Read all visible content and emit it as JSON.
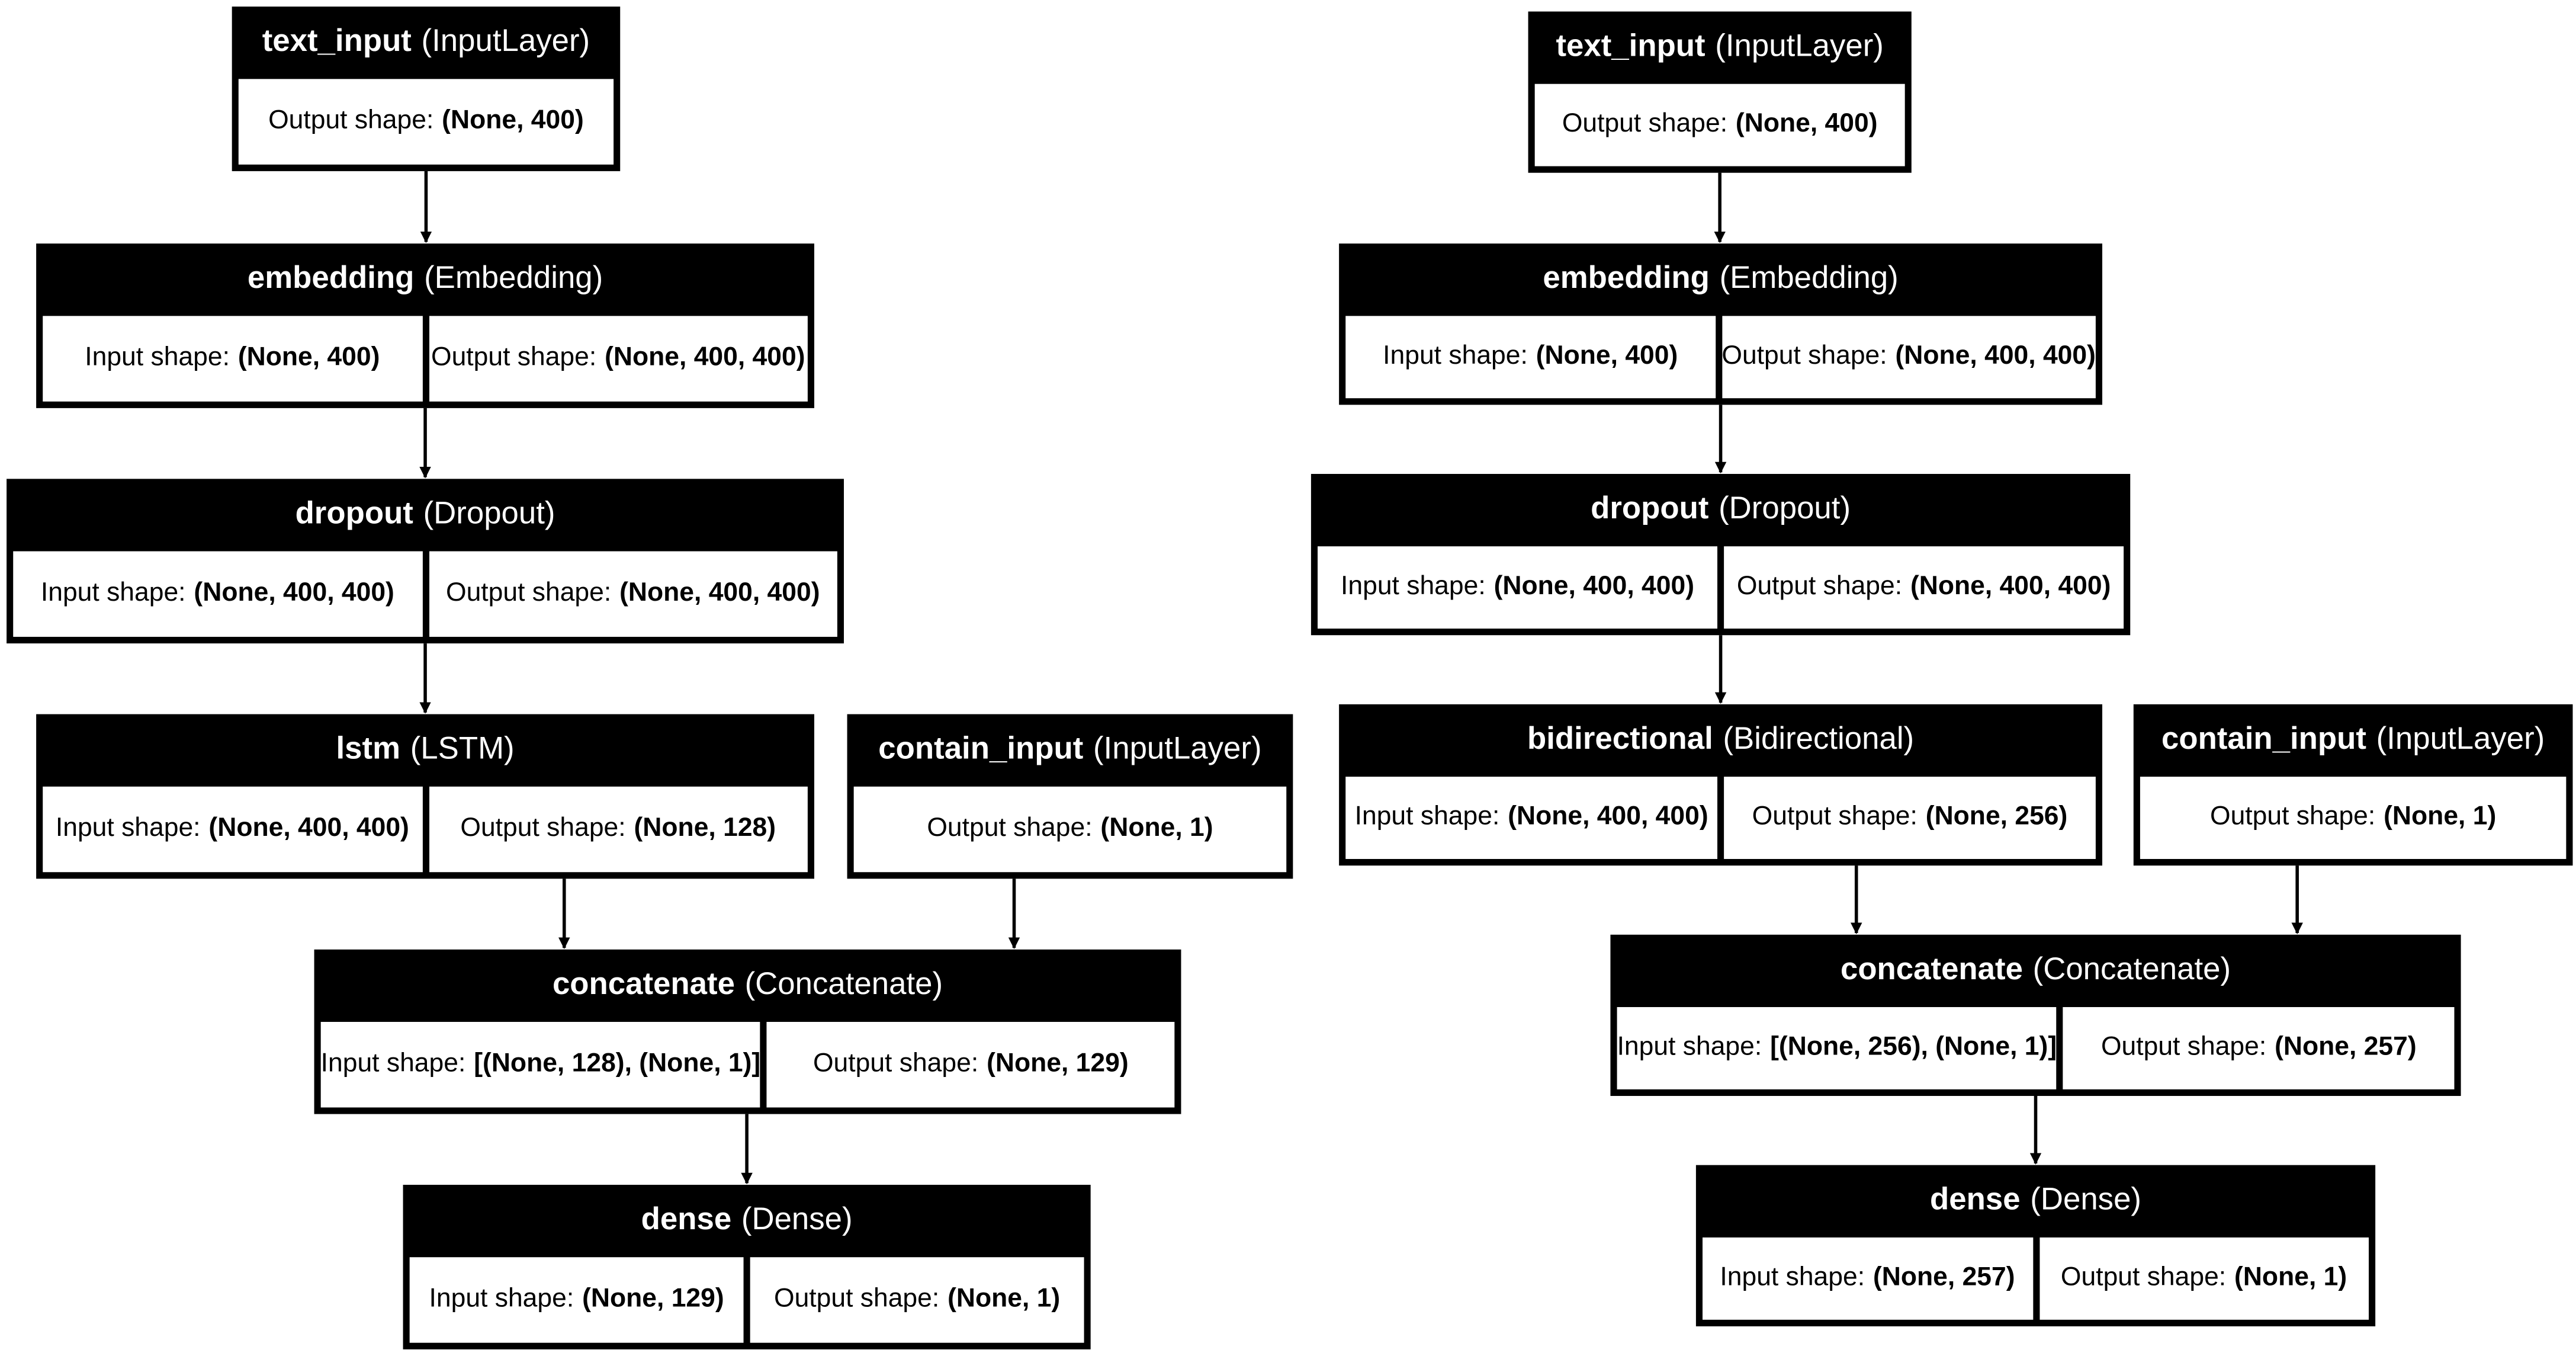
{
  "diagrams": [
    {
      "nodes": [
        {
          "id": "text_input",
          "name": "text_input",
          "cls": "(InputLayer)",
          "cells": [
            {
              "label": "Output shape:",
              "value": "(None, 400)"
            }
          ]
        },
        {
          "id": "embedding",
          "name": "embedding",
          "cls": "(Embedding)",
          "cells": [
            {
              "label": "Input shape:",
              "value": "(None, 400)"
            },
            {
              "label": "Output shape:",
              "value": "(None, 400, 400)"
            }
          ]
        },
        {
          "id": "dropout",
          "name": "dropout",
          "cls": "(Dropout)",
          "cells": [
            {
              "label": "Input shape:",
              "value": "(None, 400, 400)"
            },
            {
              "label": "Output shape:",
              "value": "(None, 400, 400)"
            }
          ]
        },
        {
          "id": "lstm",
          "name": "lstm",
          "cls": "(LSTM)",
          "cells": [
            {
              "label": "Input shape:",
              "value": "(None, 400, 400)"
            },
            {
              "label": "Output shape:",
              "value": "(None, 128)"
            }
          ]
        },
        {
          "id": "contain_input",
          "name": "contain_input",
          "cls": "(InputLayer)",
          "cells": [
            {
              "label": "Output shape:",
              "value": "(None, 1)"
            }
          ]
        },
        {
          "id": "concatenate",
          "name": "concatenate",
          "cls": "(Concatenate)",
          "cells": [
            {
              "label": "Input shape:",
              "value": "[(None, 128), (None, 1)]"
            },
            {
              "label": "Output shape:",
              "value": "(None, 129)"
            }
          ]
        },
        {
          "id": "dense",
          "name": "dense",
          "cls": "(Dense)",
          "cells": [
            {
              "label": "Input shape:",
              "value": "(None, 129)"
            },
            {
              "label": "Output shape:",
              "value": "(None, 1)"
            }
          ]
        }
      ],
      "edges": [
        [
          "text_input",
          "embedding"
        ],
        [
          "embedding",
          "dropout"
        ],
        [
          "dropout",
          "lstm"
        ],
        [
          "lstm",
          "concatenate"
        ],
        [
          "contain_input",
          "concatenate"
        ],
        [
          "concatenate",
          "dense"
        ]
      ]
    },
    {
      "nodes": [
        {
          "id": "text_input",
          "name": "text_input",
          "cls": "(InputLayer)",
          "cells": [
            {
              "label": "Output shape:",
              "value": "(None, 400)"
            }
          ]
        },
        {
          "id": "embedding",
          "name": "embedding",
          "cls": "(Embedding)",
          "cells": [
            {
              "label": "Input shape:",
              "value": "(None, 400)"
            },
            {
              "label": "Output shape:",
              "value": "(None, 400, 400)"
            }
          ]
        },
        {
          "id": "dropout",
          "name": "dropout",
          "cls": "(Dropout)",
          "cells": [
            {
              "label": "Input shape:",
              "value": "(None, 400, 400)"
            },
            {
              "label": "Output shape:",
              "value": "(None, 400, 400)"
            }
          ]
        },
        {
          "id": "bidirectional",
          "name": "bidirectional",
          "cls": "(Bidirectional)",
          "cells": [
            {
              "label": "Input shape:",
              "value": "(None, 400, 400)"
            },
            {
              "label": "Output shape:",
              "value": "(None, 256)"
            }
          ]
        },
        {
          "id": "contain_input",
          "name": "contain_input",
          "cls": "(InputLayer)",
          "cells": [
            {
              "label": "Output shape:",
              "value": "(None, 1)"
            }
          ]
        },
        {
          "id": "concatenate",
          "name": "concatenate",
          "cls": "(Concatenate)",
          "cells": [
            {
              "label": "Input shape:",
              "value": "[(None, 256), (None, 1)]"
            },
            {
              "label": "Output shape:",
              "value": "(None, 257)"
            }
          ]
        },
        {
          "id": "dense",
          "name": "dense",
          "cls": "(Dense)",
          "cells": [
            {
              "label": "Input shape:",
              "value": "(None, 257)"
            },
            {
              "label": "Output shape:",
              "value": "(None, 1)"
            }
          ]
        }
      ],
      "edges": [
        [
          "text_input",
          "embedding"
        ],
        [
          "embedding",
          "dropout"
        ],
        [
          "dropout",
          "bidirectional"
        ],
        [
          "bidirectional",
          "concatenate"
        ],
        [
          "contain_input",
          "concatenate"
        ],
        [
          "concatenate",
          "dense"
        ]
      ]
    }
  ],
  "colors": {
    "node_fill": "#000000",
    "cell_fill": "#ffffff",
    "edge": "#000000"
  }
}
